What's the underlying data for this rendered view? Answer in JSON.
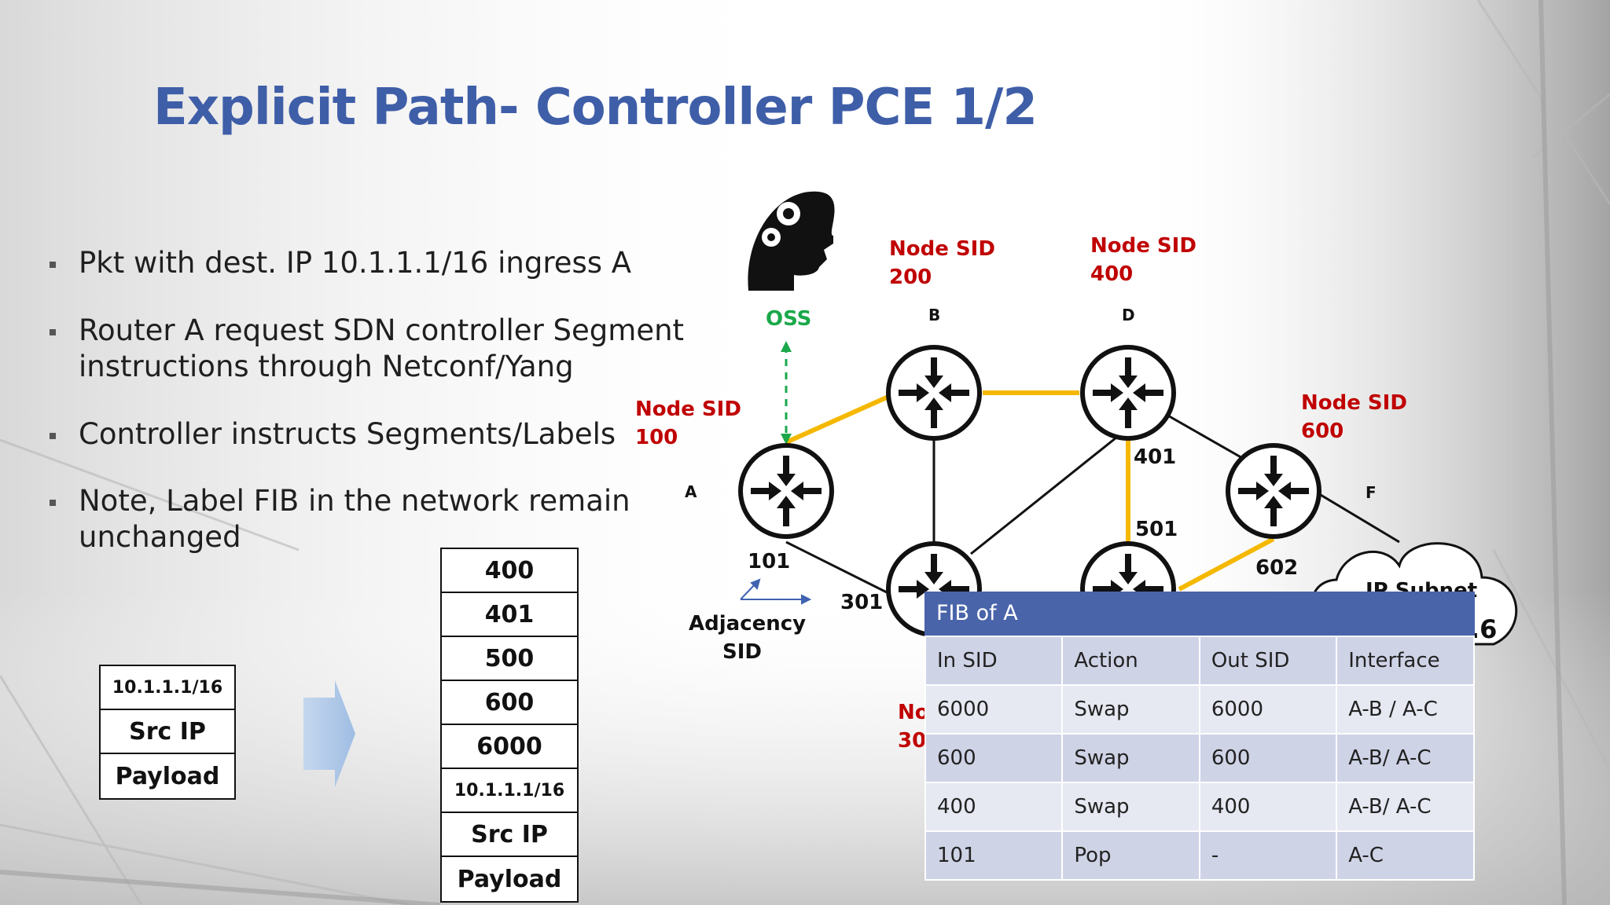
{
  "slide": {
    "title": "Explicit Path- Controller PCE 1/2"
  },
  "bullets": [
    "Pkt with dest. IP 10.1.1.1/16 ingress A",
    "Router A request SDN controller Segment instructions through Netconf/Yang",
    "Controller instructs Segments/Labels",
    "Note, Label FIB in the network remain unchanged"
  ],
  "packet_original": [
    "10.1.1.1/16",
    "Src IP",
    "Payload"
  ],
  "packet_labeled": [
    "400",
    "401",
    "500",
    "600",
    "6000",
    "10.1.1.1/16",
    "Src IP",
    "Payload"
  ],
  "diagram": {
    "oss_label": "OSS",
    "node_sid_labels": [
      {
        "line1": "Node SID",
        "line2": "200"
      },
      {
        "line1": "Node SID",
        "line2": "400"
      },
      {
        "line1": "Node SID",
        "line2": "100"
      },
      {
        "line1": "Node SID",
        "line2": "600"
      }
    ],
    "partial_node_sid": {
      "line1": "No",
      "line2": "30"
    },
    "router_names": [
      "A",
      "B",
      "D",
      "F"
    ],
    "adjacency_labels": [
      "101",
      "301",
      "401",
      "501",
      "602"
    ],
    "adjacency_caption": [
      "Adjacency",
      "SID"
    ],
    "cloud_text": {
      "line1": "IP Subnet",
      "line2": ".6"
    },
    "colors": {
      "path": "#f5b800",
      "red_label": "#c00000",
      "oss": "#1aa84a",
      "title": "#3f5ea8"
    }
  },
  "fib": {
    "title": "FIB of A",
    "headers": [
      "In SID",
      "Action",
      "Out SID",
      "Interface"
    ],
    "rows": [
      [
        "6000",
        "Swap",
        "6000",
        "A-B / A-C"
      ],
      [
        "600",
        "Swap",
        "600",
        "A-B/ A-C"
      ],
      [
        "400",
        "Swap",
        "400",
        "A-B/ A-C"
      ],
      [
        "101",
        "Pop",
        "-",
        "A-C"
      ]
    ]
  }
}
